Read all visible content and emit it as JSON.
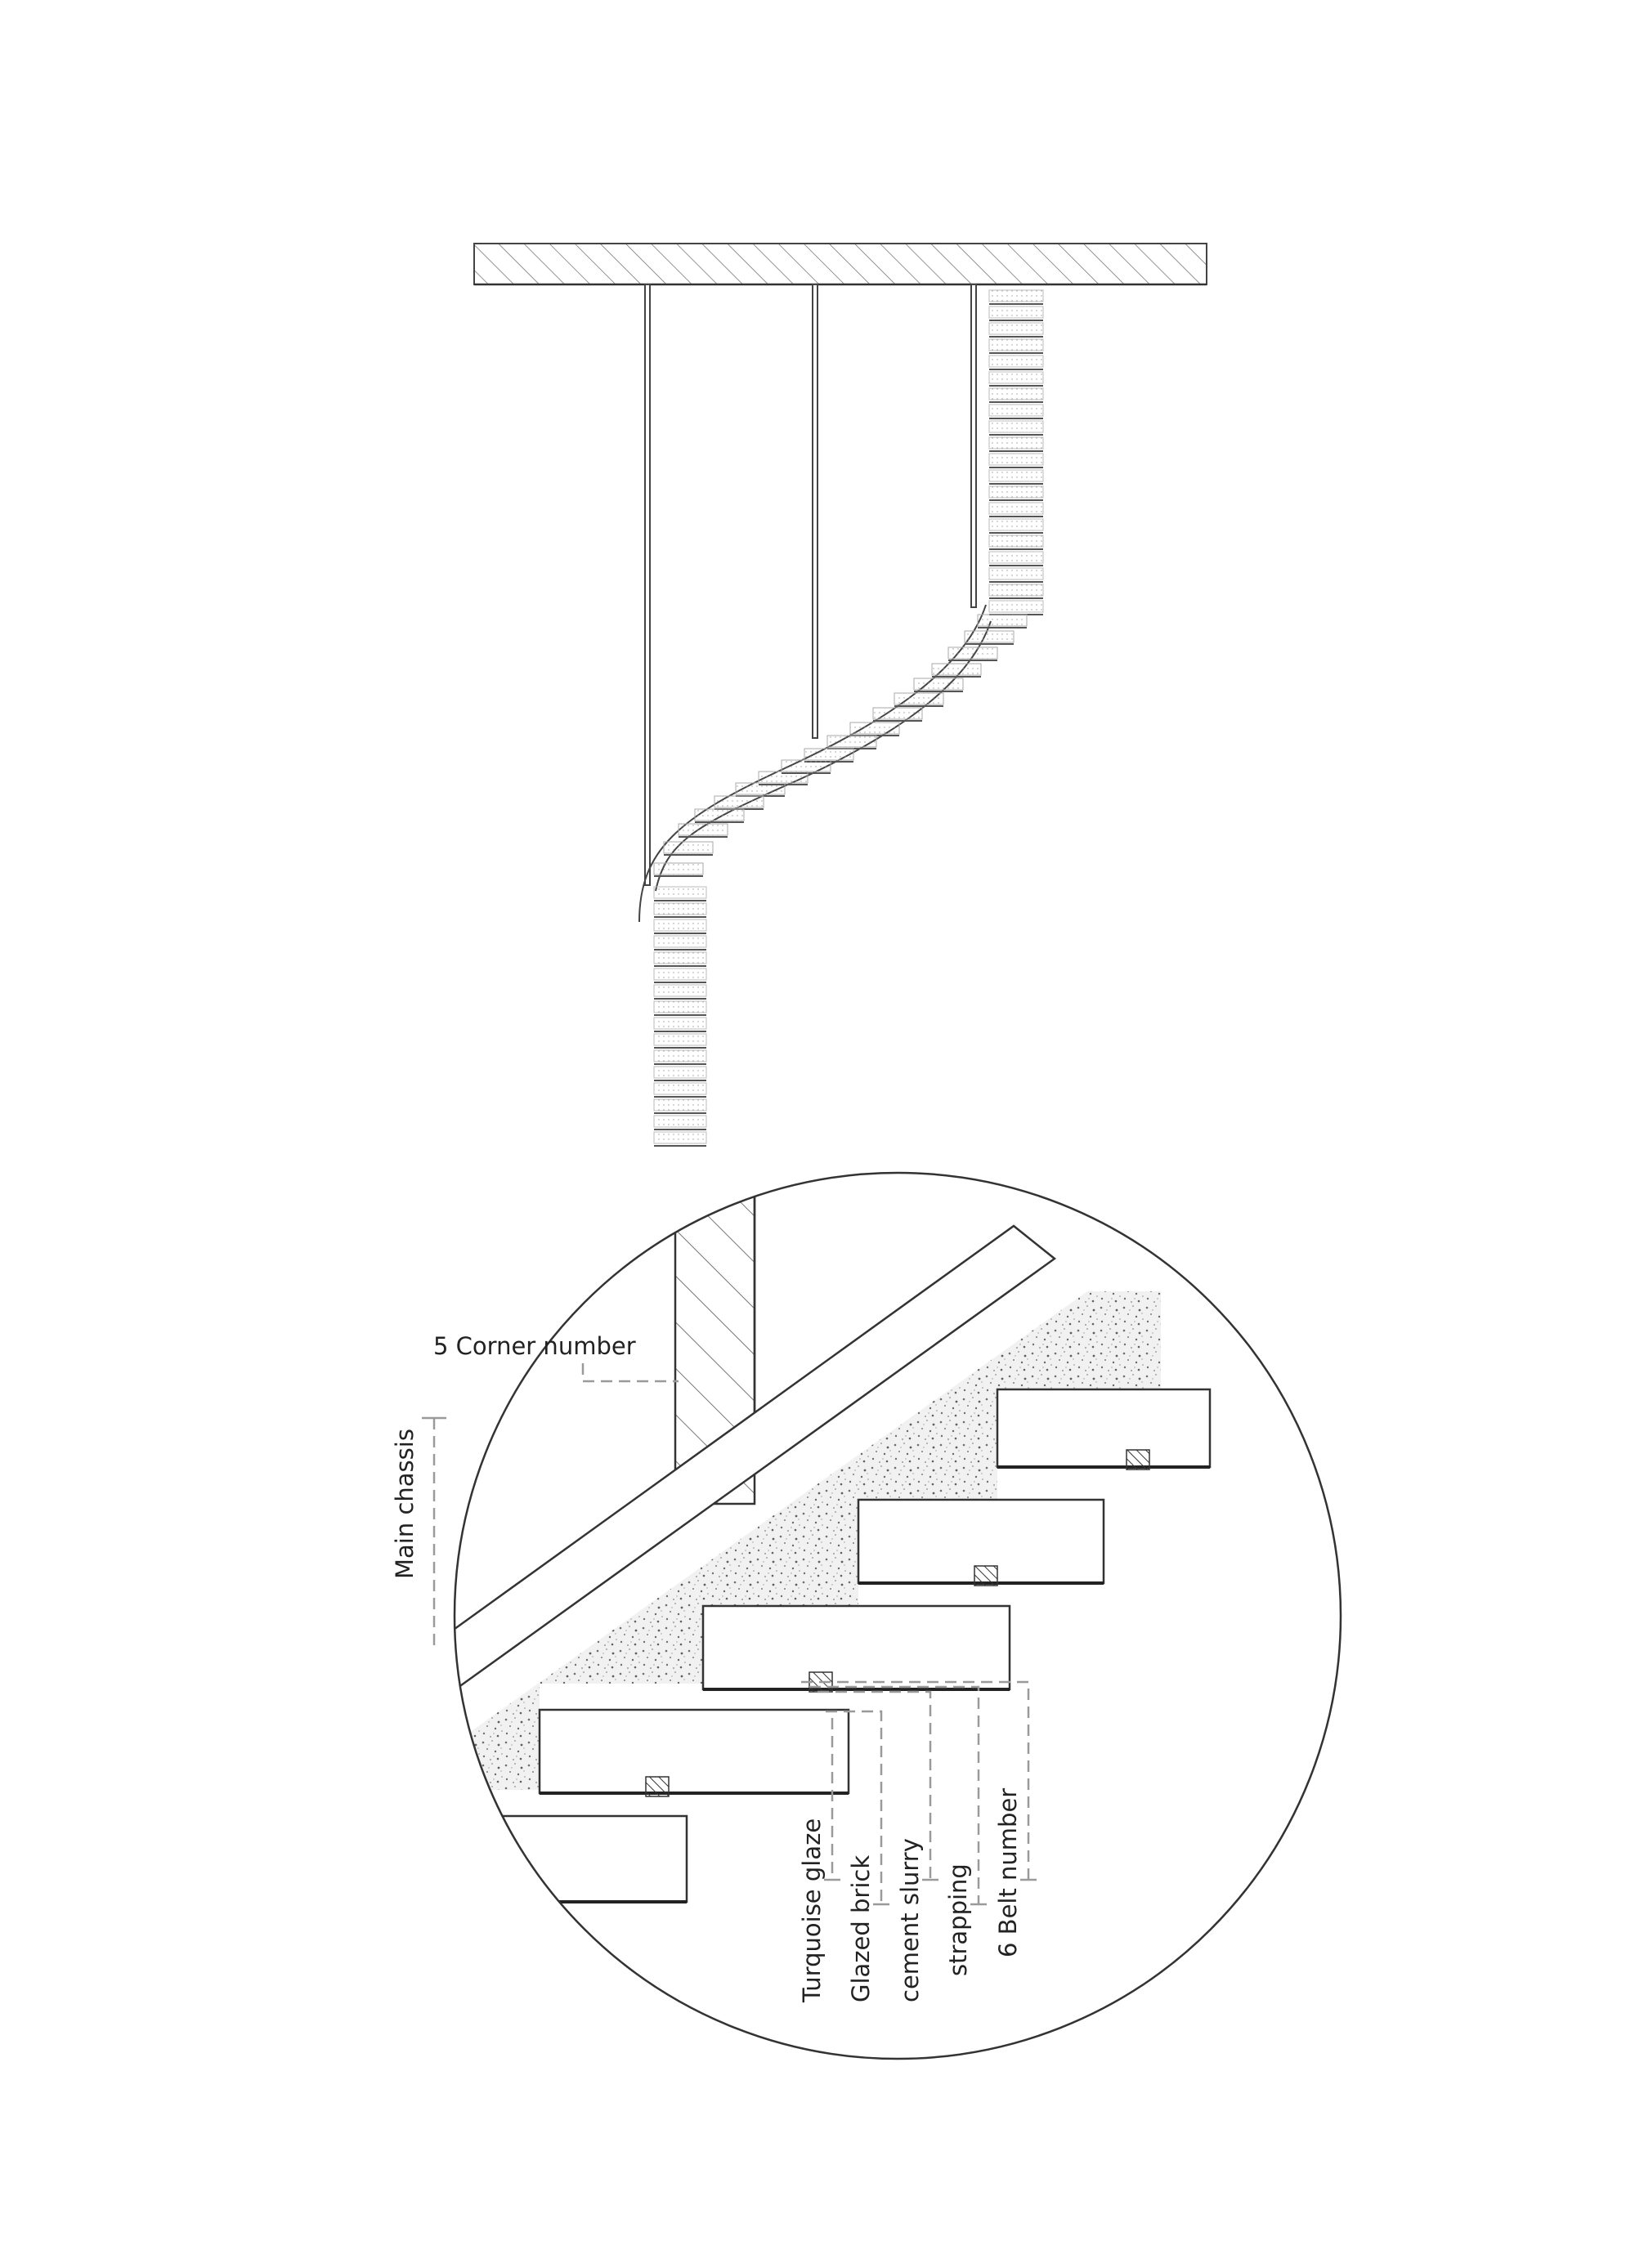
{
  "diagram": {
    "labels": {
      "corner_number": "5 Corner number",
      "main_chassis": "Main chassis",
      "turquoise_glaze": "Turquoise glaze",
      "glazed_brick": "Glazed brick",
      "cement_slurry": "cement slurry",
      "strapping": "strapping",
      "belt_number": "6 Belt number"
    },
    "colors": {
      "line": "#333333",
      "leader": "#9a9a9a",
      "hatch": "#555555",
      "concrete_speckle": "#7a7a7a"
    }
  }
}
